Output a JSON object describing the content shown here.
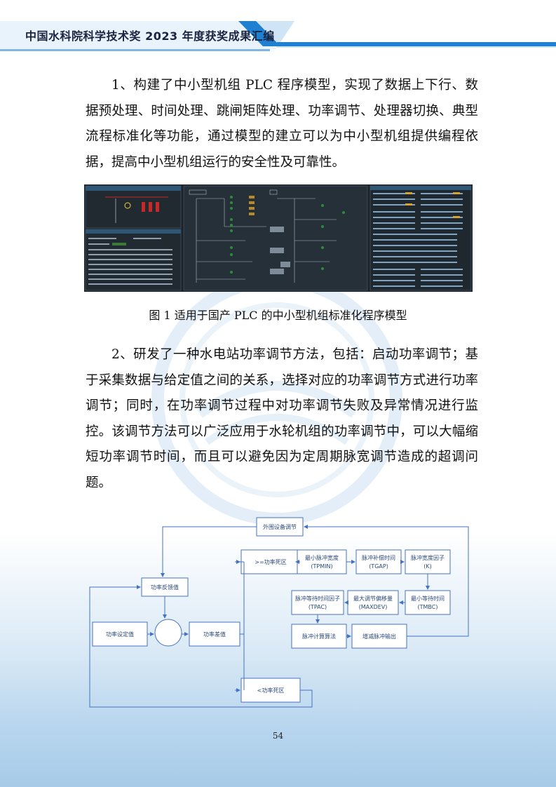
{
  "header": {
    "title": "中国水科院科学技术奖 2023 年度获奖成果汇编"
  },
  "paragraphs": [
    "1、构建了中小型机组 PLC 程序模型，实现了数据上下行、数据预处理、时间处理、跳闸矩阵处理、功率调节、处理器切换、典型流程标准化等功能，通过模型的建立可以为中小型机组提供编程依据，提高中小型机组运行的安全性及可靠性。",
    "2、研发了一种水电站功率调节方法，包括：启动功率调节；基于采集数据与给定值之间的关系，选择对应的功率调节方式进行功率调节；同时，在功率调节过程中对功率调节失败及异常情况进行监控。该调节方法可以广泛应用于水轮机组的功率调节中，可以大幅缩短功率调节时间，而且可以避免因为定周期脉宽调节造成的超调问题。"
  ],
  "figure1": {
    "caption": "图 1  适用于国产 PLC 的中小型机组标准化程序模型"
  },
  "flowchart": {
    "peripheral": "外围设备调节",
    "feedback": "功率反馈值",
    "setpoint": "功率设定值",
    "difference": "功率差值",
    "gte_deadband": ">=功率死区",
    "lt_deadband": "<功率死区",
    "min_pulse_1": "最小脉冲宽度",
    "min_pulse_2": "(TPMIN)",
    "pulse_comp_1": "脉冲补偿时间",
    "pulse_comp_2": "(TGAP)",
    "pulse_width_1": "脉冲宽度因子",
    "pulse_width_2": "(K)",
    "pulse_wait_1": "脉冲等待时间因子",
    "pulse_wait_2": "(TPAC)",
    "max_offset_1": "最大调节偏移量",
    "max_offset_2": "(MAXDEV)",
    "min_wait_1": "最小等待时间",
    "min_wait_2": "(TMBC)",
    "pulse_calc": "脉冲计算算法",
    "pulse_out": "增减脉冲输出"
  },
  "page_number": "54",
  "colors": {
    "header_blue": "#1f7fd0",
    "flow_line": "#4472c4"
  }
}
